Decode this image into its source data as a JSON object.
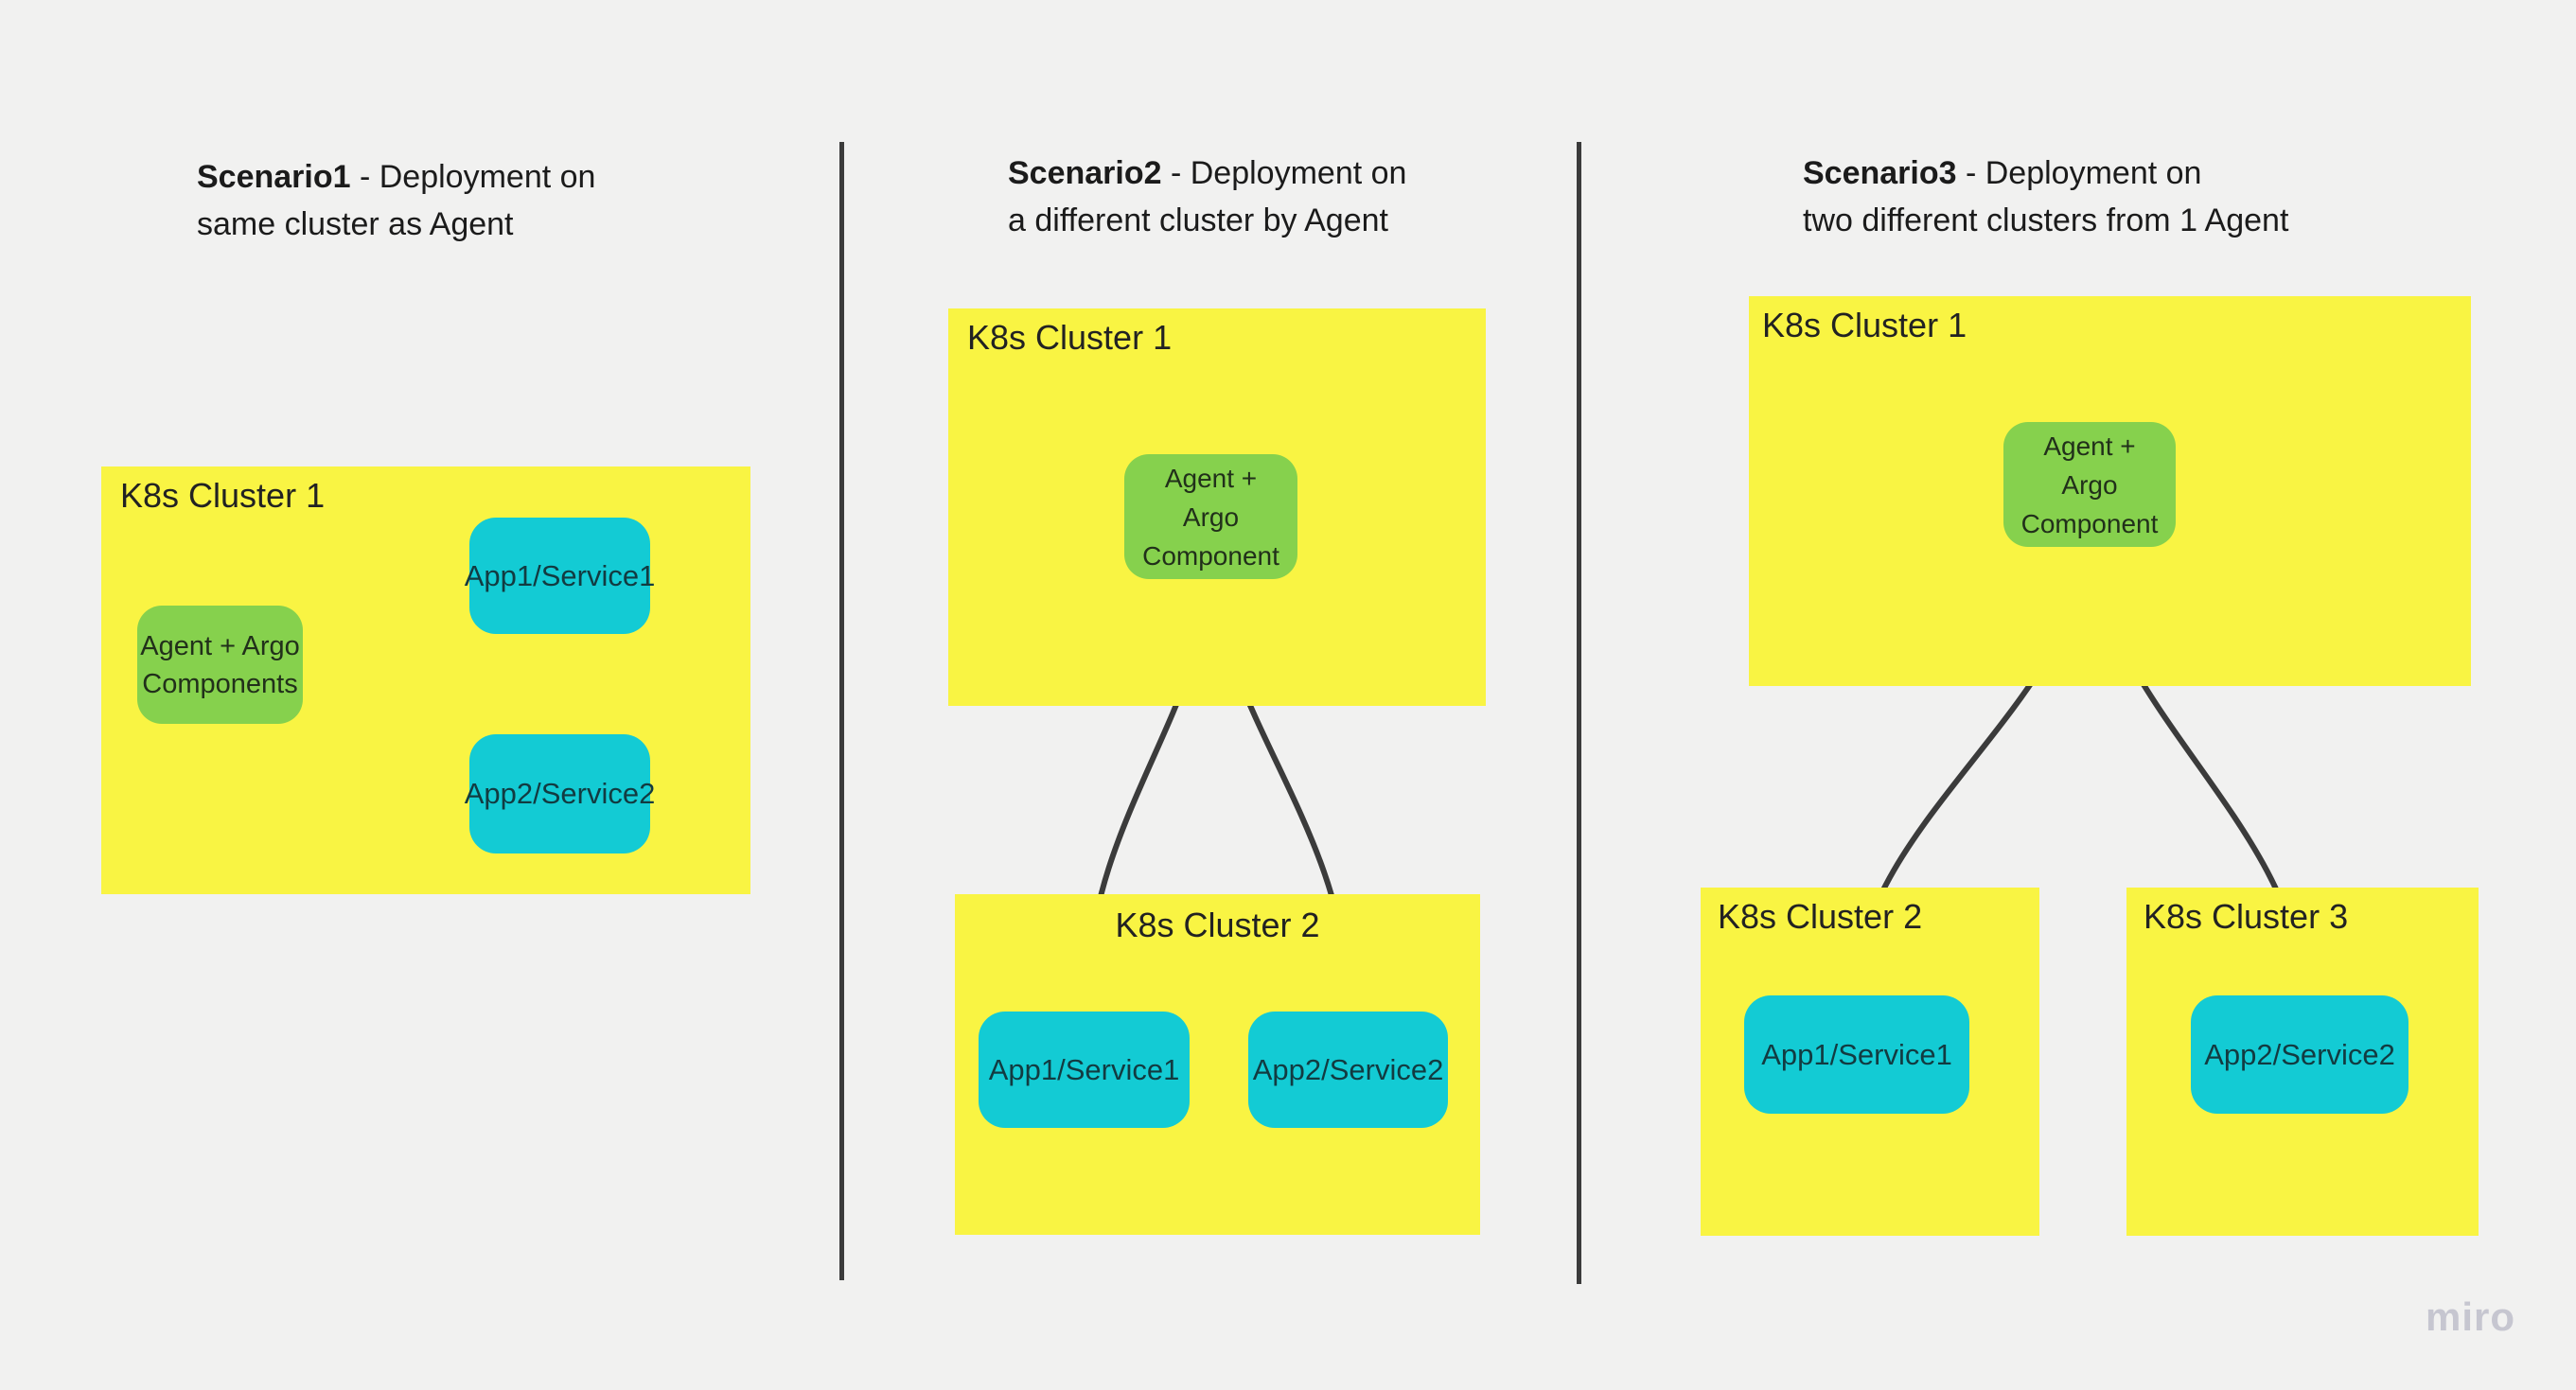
{
  "palette": {
    "bg": "#f1f1f0",
    "yellow": "#f9f443",
    "green": "#86d14d",
    "cyan": "#13cbd4",
    "ink": "#1e1e1e",
    "line": "#3b3b3b",
    "wm": "#c6c6d0"
  },
  "watermark": "miro",
  "scenarios": [
    {
      "title": {
        "bold": "Scenario1",
        "rest": " - Deployment on",
        "line2": "same cluster as Agent"
      },
      "cluster1_label": "K8s Cluster 1",
      "agent_lines": [
        "Agent + Argo",
        "Components"
      ],
      "apps": [
        "App1/Service1",
        "App2/Service2"
      ]
    },
    {
      "title": {
        "bold": "Scenario2",
        "rest": " - Deployment on",
        "line2": "a different cluster by Agent"
      },
      "cluster1_label": "K8s Cluster 1",
      "cluster2_label": "K8s Cluster 2",
      "agent_lines": [
        "Agent +",
        "Argo",
        "Component"
      ],
      "apps": [
        "App1/Service1",
        "App2/Service2"
      ]
    },
    {
      "title": {
        "bold": "Scenario3",
        "rest": " - Deployment on",
        "line2": "two different clusters from 1 Agent"
      },
      "cluster1_label": "K8s Cluster 1",
      "cluster2_label": "K8s Cluster 2",
      "cluster3_label": "K8s Cluster 3",
      "agent_lines": [
        "Agent +",
        "Argo",
        "Component"
      ],
      "apps": [
        "App1/Service1",
        "App2/Service2"
      ]
    }
  ]
}
